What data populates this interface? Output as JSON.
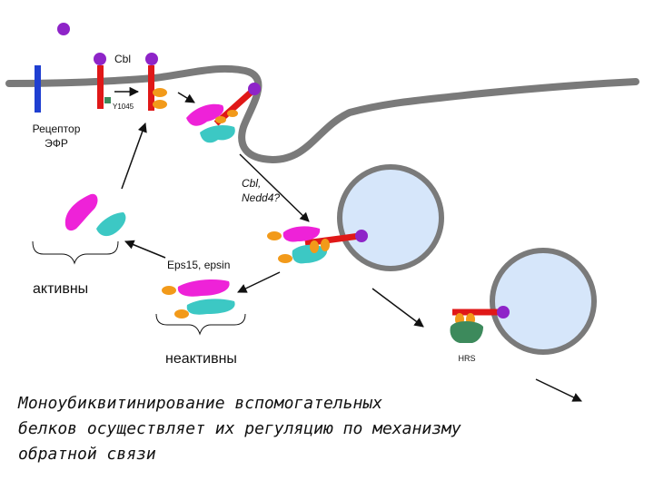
{
  "labels": {
    "cbl_top": "Cbl",
    "y1045": "Y1045",
    "receptor_line1": "Рецептор",
    "receptor_line2": "ЭФР",
    "cbl_nedd_line1": "Cbl,",
    "cbl_nedd_line2": "Nedd4?",
    "eps_epsin": "Eps15, epsin",
    "active": "активны",
    "inactive": "неактивны",
    "hrs": "HRS"
  },
  "caption": {
    "line1": "Моноубиквитинирование вспомогательных",
    "line2": "белков осуществляет их регуляцию по механизму",
    "line3": "обратной связи"
  },
  "colors": {
    "receptor_blue": "#1f3fd1",
    "receptor_red": "#e01818",
    "ligand_purple": "#8e24c8",
    "ubiquitin_orange": "#f29a1a",
    "adaptor_magenta": "#ee22d8",
    "adaptor_teal": "#3cc8c4",
    "hrs_green": "#3d8a5c",
    "membrane_gray": "#7a7a7a",
    "vesicle_fill": "#d6e6fa"
  }
}
